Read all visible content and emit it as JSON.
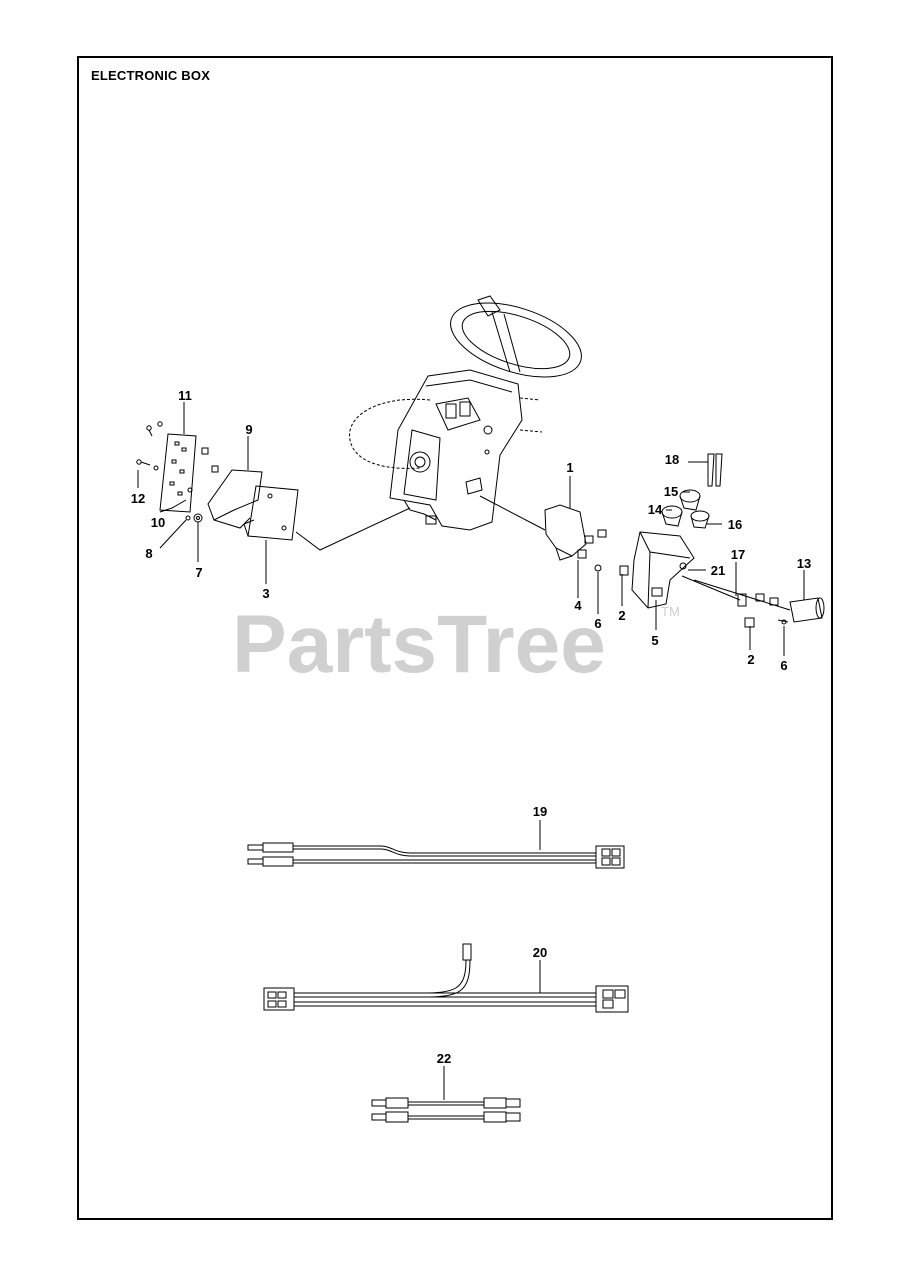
{
  "page": {
    "title": "ELECTRONIC BOX"
  },
  "watermark": {
    "text": "PartsTree",
    "tm": "TM"
  },
  "callouts": {
    "c1": "1",
    "c2a": "2",
    "c2b": "2",
    "c3": "3",
    "c4": "4",
    "c5": "5",
    "c6a": "6",
    "c6b": "6",
    "c7": "7",
    "c8": "8",
    "c9": "9",
    "c10": "10",
    "c11": "11",
    "c12": "12",
    "c13": "13",
    "c14": "14",
    "c15": "15",
    "c16": "16",
    "c17": "17",
    "c18": "18",
    "c19": "19",
    "c20": "20",
    "c21": "21",
    "c22": "22"
  }
}
